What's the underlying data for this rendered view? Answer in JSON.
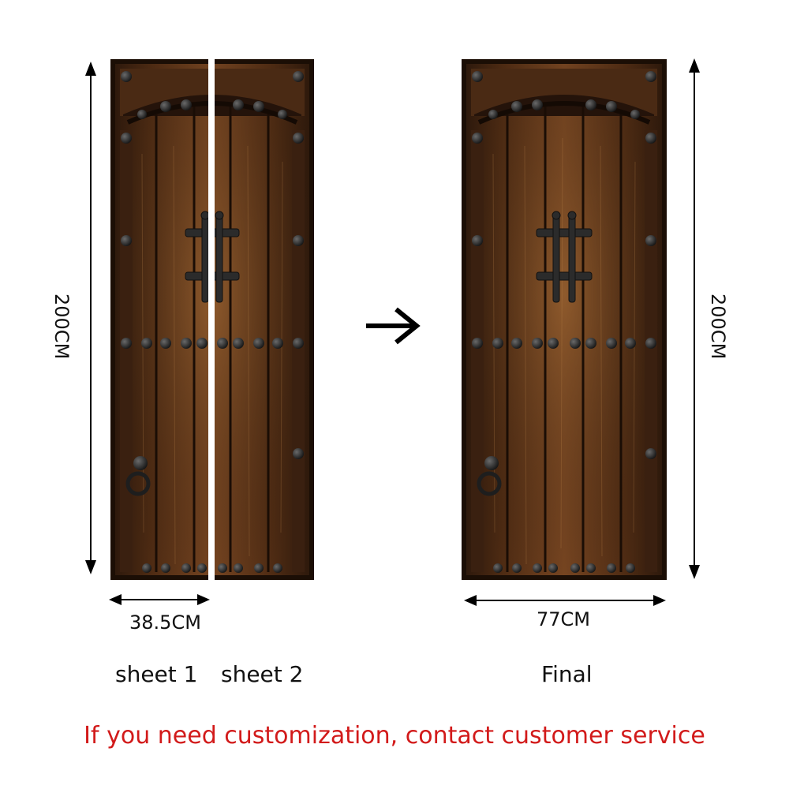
{
  "dimensions": {
    "height_label": "200CM",
    "sheet_width_label": "38.5CM",
    "final_width_label": "77CM"
  },
  "captions": {
    "sheet1": "sheet 1",
    "sheet2": "sheet 2",
    "final": "Final"
  },
  "notice": "If you need customization, contact customer service",
  "colors": {
    "wood_dark": "#2a170b",
    "wood_mid": "#6b3d1c",
    "wood_light": "#9a6532",
    "iron": "#2b2b2b",
    "notice_red": "#d21a1a"
  },
  "icons": {
    "transition_arrow": "right-arrow-icon"
  }
}
